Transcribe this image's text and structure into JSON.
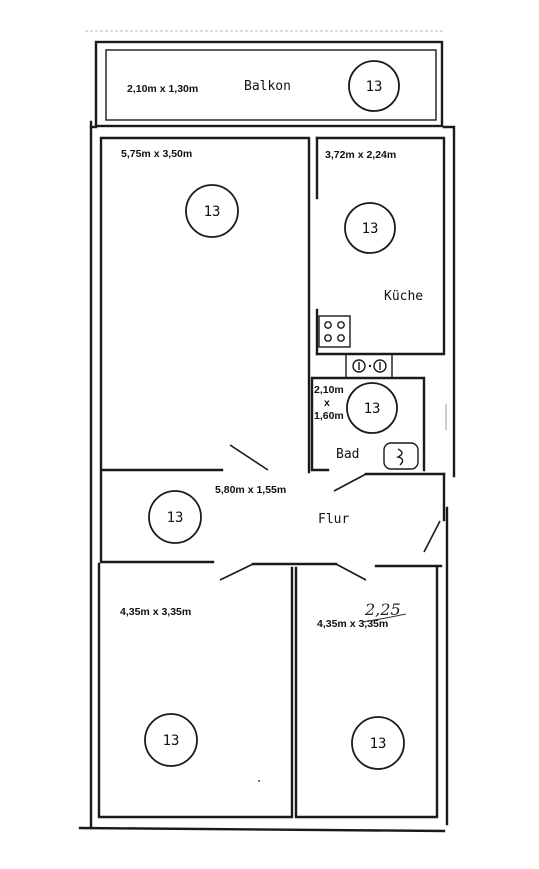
{
  "rooms": {
    "balcony": {
      "name": "Balkon",
      "dimensions": "2,10m x 1,30m",
      "badge": "13"
    },
    "living": {
      "dimensions": "5,75m x 3,50m",
      "badge": "13"
    },
    "kitchen": {
      "name": "Küche",
      "dimensions": "3,72m x 2,24m",
      "badge": "13"
    },
    "bath": {
      "name": "Bad",
      "dimensions_line1": "2,10m",
      "dimensions_line2": "x",
      "dimensions_line3": "1,60m",
      "badge": "13"
    },
    "hall": {
      "name": "Flur",
      "dimensions": "5,80m x 1,55m",
      "badge": "13"
    },
    "bedroom_left": {
      "dimensions": "4,35m x 3,35m",
      "badge": "13"
    },
    "bedroom_right": {
      "dimensions": "4,35m x 3,35m",
      "badge": "13",
      "handwritten_note": "2,25"
    }
  }
}
